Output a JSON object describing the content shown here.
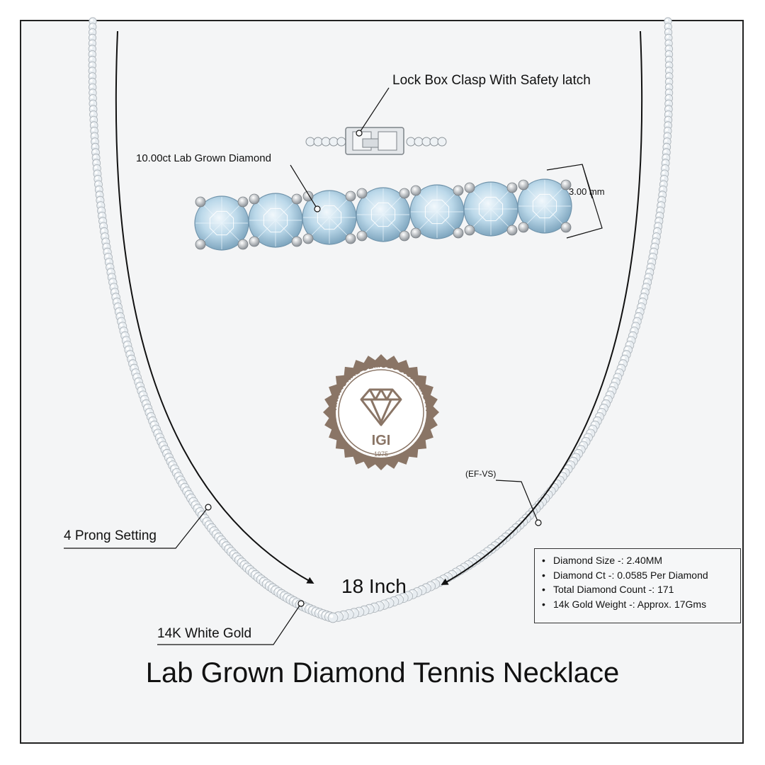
{
  "labels": {
    "clasp": "Lock Box Clasp With Safety latch",
    "diamond": "10.00ct Lab Grown Diamond",
    "width": "3.00 mm",
    "grade": "(EF-VS)",
    "setting": "4 Prong Setting",
    "length": "18 Inch",
    "metal": "14K White Gold"
  },
  "title": "Lab Grown Diamond Tennis Necklace",
  "seal": {
    "ring_text": "INTERNATIONAL GEMOLOGICAL INSTITUTE",
    "mark": "IGI",
    "year": "1975",
    "color": "#8a7566"
  },
  "specs": [
    "Diamond Size -: 2.40MM",
    "Diamond Ct -: 0.0585 Per Diamond",
    "Total Diamond Count -: 171",
    "14k Gold Weight -:  Approx. 17Gms"
  ],
  "colors": {
    "diamond": "#bcd9ea",
    "metal": "#c8ccd0",
    "ink": "#111111",
    "background": "#f4f5f6"
  }
}
